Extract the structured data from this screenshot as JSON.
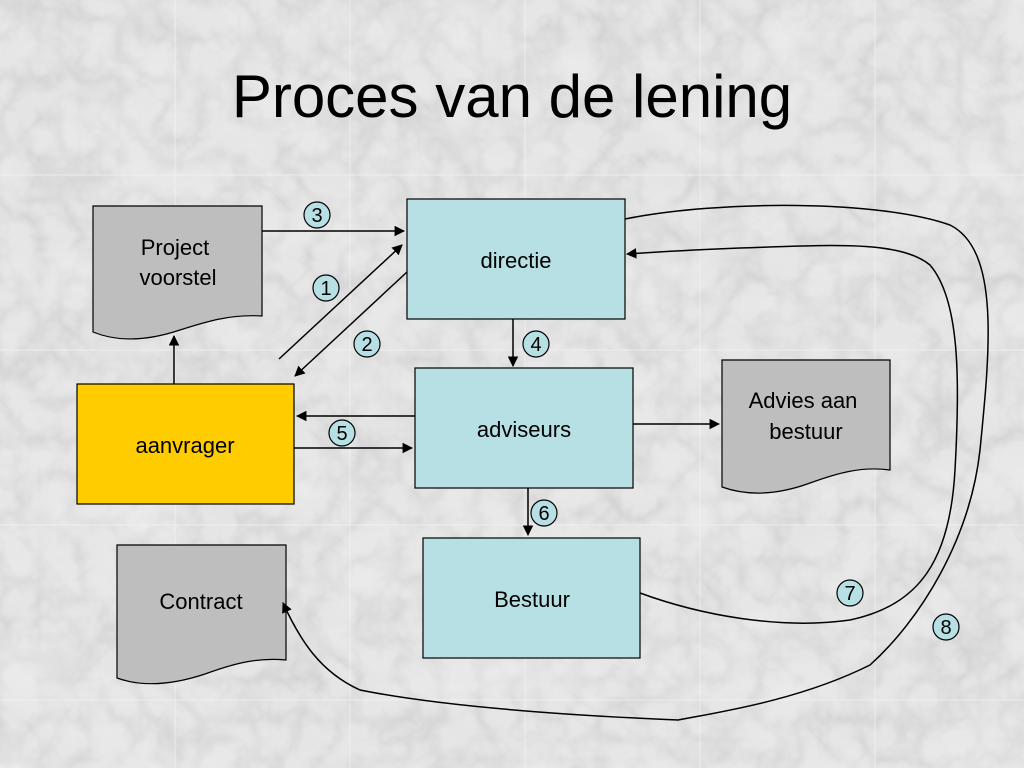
{
  "slide": {
    "title": "Proces van de lening"
  },
  "colors": {
    "process_fill": "#b7e0e4",
    "document_fill": "#bebebe",
    "applicant_fill": "#ffcc00",
    "step_fill": "#b7e0e4",
    "line": "#000000",
    "background": "#dcdcdc"
  },
  "nodes": {
    "project_voorstel": {
      "line1": "Project",
      "line2": "voorstel"
    },
    "directie": {
      "label": "directie"
    },
    "adviseurs": {
      "label": "adviseurs"
    },
    "advies_aan_bestuur": {
      "line1": "Advies aan",
      "line2": "bestuur"
    },
    "aanvrager": {
      "label": "aanvrager"
    },
    "bestuur": {
      "label": "Bestuur"
    },
    "contract": {
      "label": "Contract"
    }
  },
  "steps": [
    "1",
    "2",
    "3",
    "4",
    "5",
    "6",
    "7",
    "8"
  ]
}
